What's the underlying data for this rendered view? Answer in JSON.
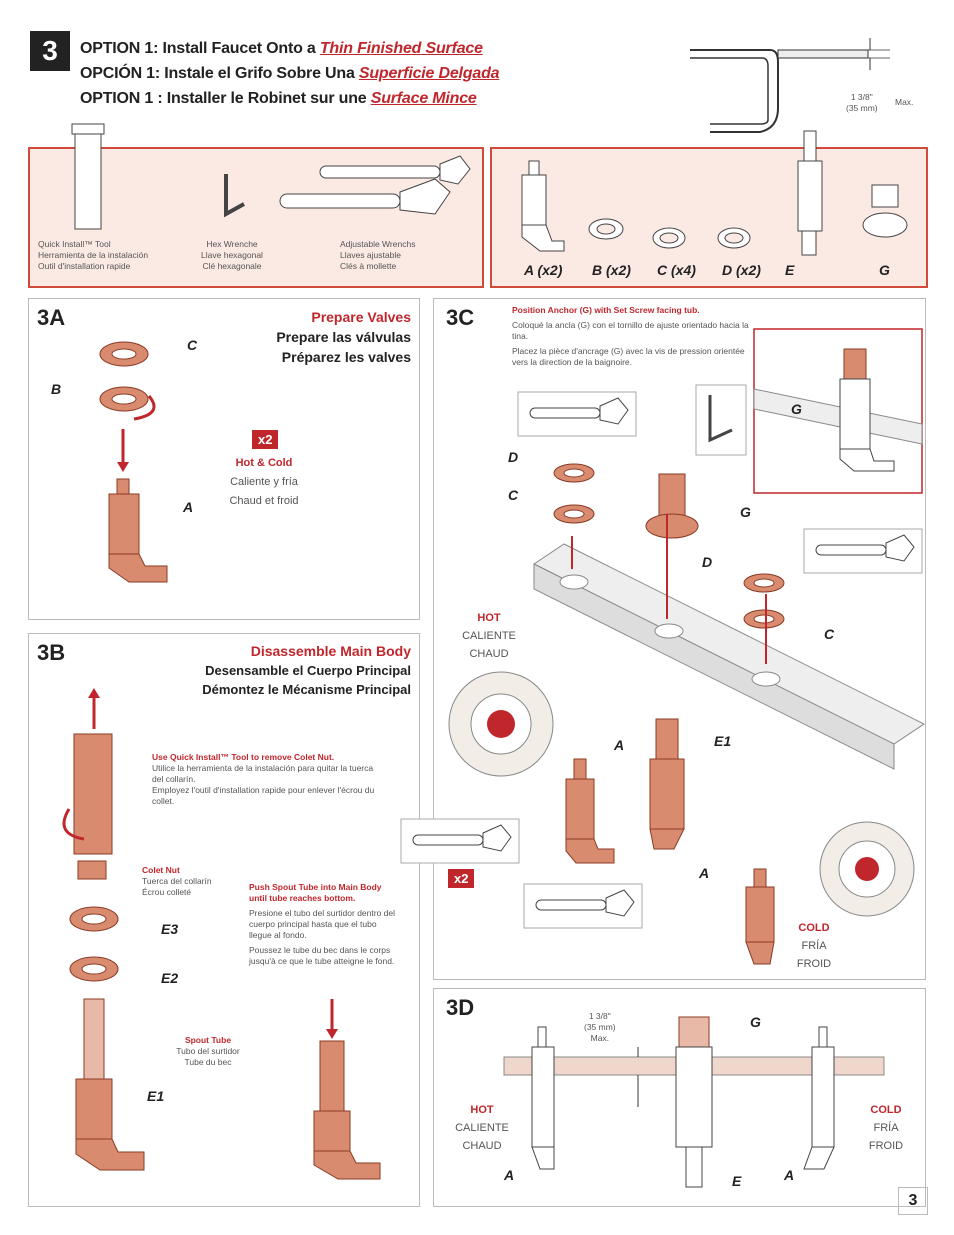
{
  "step": "3",
  "header": {
    "line1_prefix": "OPTION 1:  Install Faucet Onto a ",
    "line1_link": "Thin Finished Surface",
    "line2_prefix": "OPCIÓN 1:  Instale el Grifo Sobre Una ",
    "line2_link": "Superficie Delgada",
    "line3_prefix": "OPTION 1 : Installer le Robinet sur une ",
    "line3_link": "Surface Mince"
  },
  "thickness": {
    "value": "1 3/8\"",
    "mm": "(35 mm)",
    "max": "Max."
  },
  "tools": {
    "quick_install": [
      "Quick Install™ Tool",
      "Herramienta de la instalación",
      "Outil d'installation rapide"
    ],
    "hex_wrench": [
      "Hex Wrenche",
      "Llave hexagonal",
      "Clé hexagonale"
    ],
    "adjustable": [
      "Adjustable Wrenchs",
      "Llaves ajustable",
      "Clés à mollette"
    ]
  },
  "parts": {
    "A": "A (x2)",
    "B": "B (x2)",
    "C": "C (x4)",
    "D": "D (x2)",
    "E": "E",
    "G": "G"
  },
  "s3a": {
    "id": "3A",
    "title": "Prepare Valves",
    "title_es": "Prepare las válvulas",
    "title_fr": "Préparez les valves",
    "x2": "x2",
    "hot_cold": "Hot & Cold",
    "hot_cold_es": "Caliente y fría",
    "hot_cold_fr": "Chaud et froid",
    "labels": {
      "C": "C",
      "B": "B",
      "A": "A"
    }
  },
  "s3b": {
    "id": "3B",
    "title": "Disassemble  Main Body",
    "title_es": "Desensamble el Cuerpo Principal",
    "title_fr": "Démontez le Mécanisme Principal",
    "tool_note_title": "Use Quick Install™ Tool to remove Colet Nut.",
    "tool_note_es": "Utilice la herramienta de la instalación para quitar la tuerca del collarín.",
    "tool_note_fr": "Employez l'outil d'installation rapide pour enlever l'écrou du collet.",
    "colet_title": "Colet Nut",
    "colet_es": "Tuerca del collarín",
    "colet_fr": "Écrou colleté",
    "push_title": "Push Spout Tube into Main Body until tube reaches bottom.",
    "push_es": "Presione el tubo del surtidor dentro del cuerpo principal  hasta que el tubo llegue al fondo.",
    "push_fr": "Poussez le tube du bec dans le corps jusqu'à ce que le tube atteigne le fond.",
    "spout_title": "Spout Tube",
    "spout_es": "Tubo del surtidor",
    "spout_fr": "Tube du bec",
    "labels": {
      "E3": "E3",
      "E2": "E2",
      "E1": "E1"
    }
  },
  "s3c": {
    "id": "3C",
    "note_title": "Position Anchor (G) with Set Screw facing tub.",
    "note_es": "Coloqué la ancla (G) con el tornillo de ajuste orientado hacia la tina.",
    "note_fr": "Placez la pièce d'ancrage (G) avec la vis de pression orientée vers la direction de la baignoire.",
    "hot": "HOT",
    "hot_es": "CALIENTE",
    "hot_fr": "CHAUD",
    "cold": "COLD",
    "cold_es": "FRÍA",
    "cold_fr": "FROID",
    "x2": "x2",
    "labels": {
      "G1": "G",
      "D1": "D",
      "C1": "C",
      "G2": "G",
      "D2": "D",
      "C2": "C",
      "A1": "A",
      "E1": "E1",
      "A2": "A"
    }
  },
  "s3d": {
    "id": "3D",
    "thickness": "1 3/8\"",
    "mm": "(35 mm)",
    "max": "Max.",
    "hot": "HOT",
    "hot_es": "CALIENTE",
    "hot_fr": "CHAUD",
    "cold": "COLD",
    "cold_es": "FRÍA",
    "cold_fr": "FROID",
    "labels": {
      "G": "G",
      "A1": "A",
      "E": "E",
      "A2": "A"
    }
  },
  "page_number": "3",
  "colors": {
    "accent": "#c0272d",
    "copper": "#d98b6f",
    "tint": "#fbe9e3"
  }
}
